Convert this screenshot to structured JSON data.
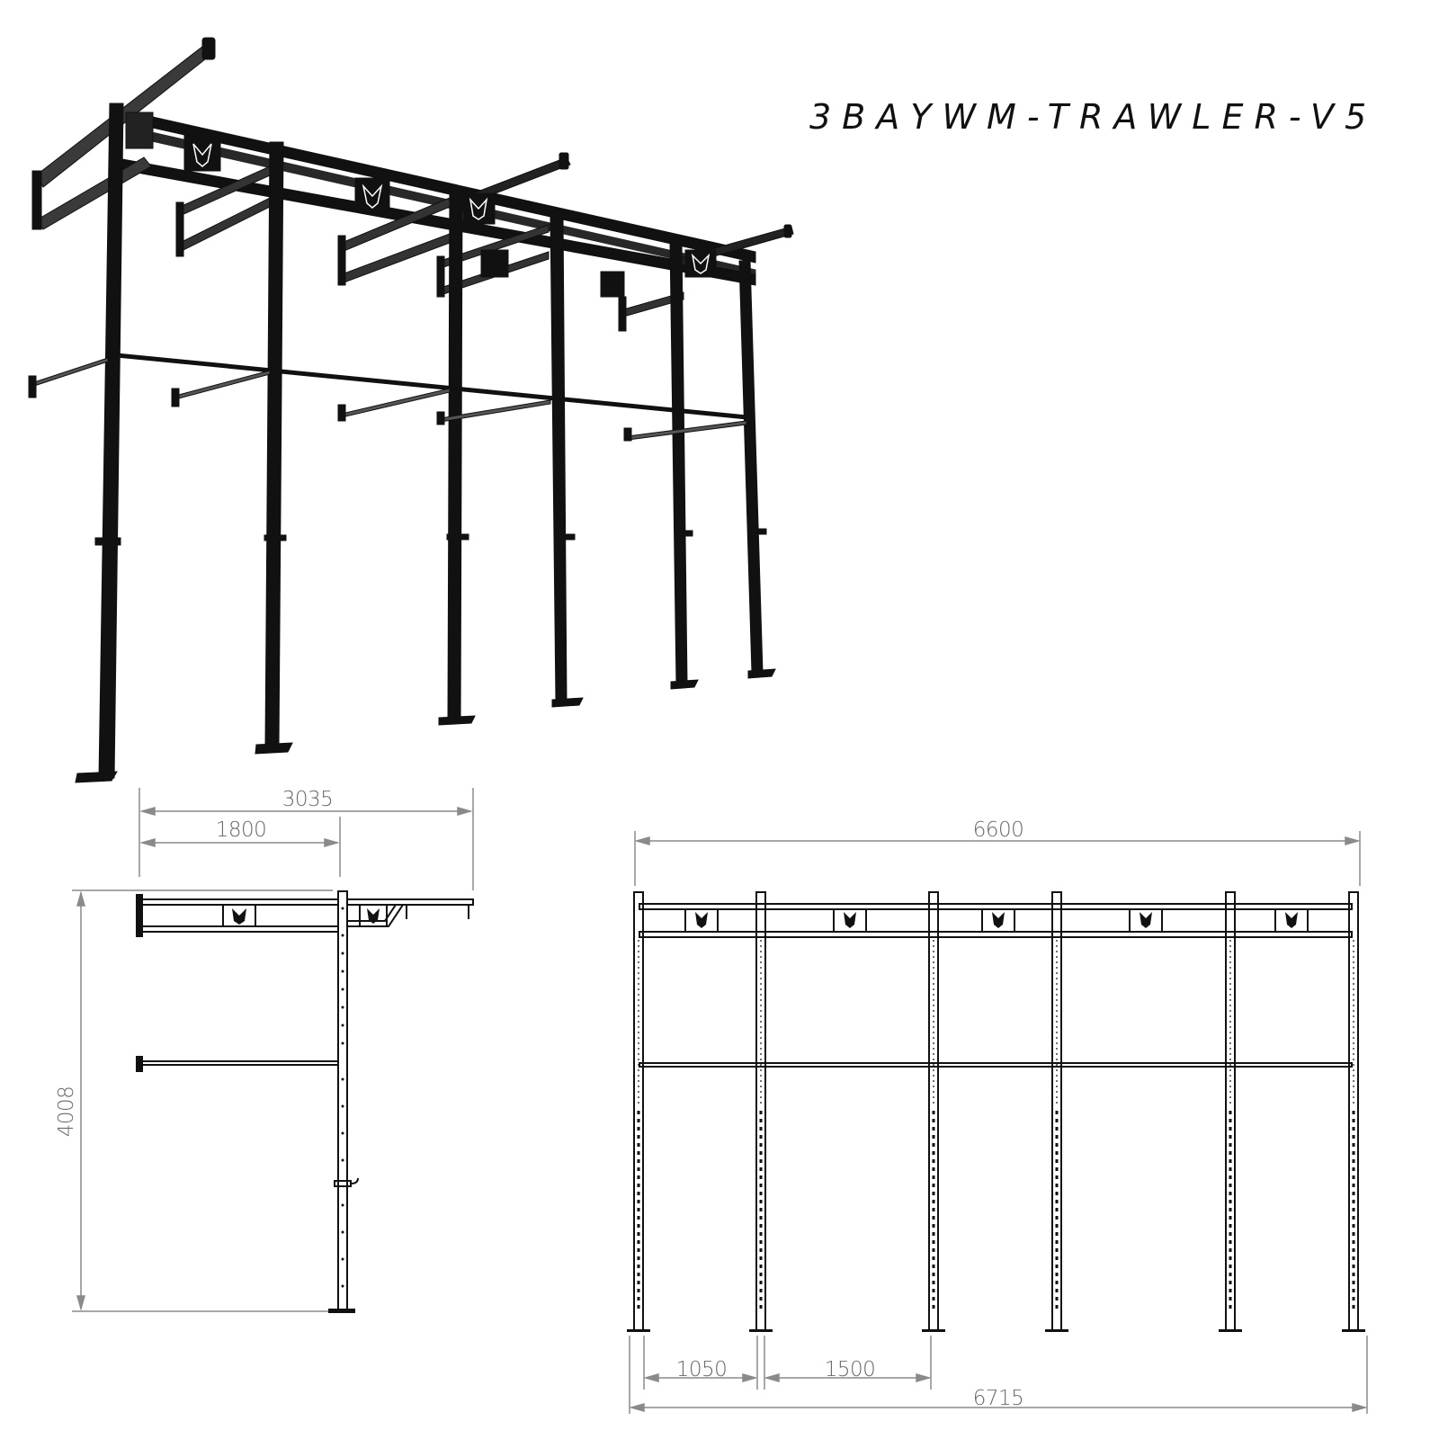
{
  "title": "3BAYWM-TRAWLER-V5",
  "colors": {
    "frame_black": "#111111",
    "dimension_gray": "#8a8a8a",
    "dimension_text": "#6a6a6a",
    "background": "#ffffff"
  },
  "render_3d": {
    "description": "3-bay wall-mounted rig perspective render with wolf-head logo plates, pull-up bars, wall brackets and extended beam arms with hanging carabiners",
    "uprights": 6,
    "logo": "wolf-head-icon"
  },
  "side_view": {
    "dimensions": {
      "overall_depth": "3035",
      "wall_to_upright": "1800",
      "height": "4008"
    }
  },
  "front_view": {
    "uprights": 6,
    "logo_plates": 5,
    "dimensions": {
      "beam_span": "6600",
      "overall_width": "6715",
      "narrow_bay": "1050",
      "wide_bay": "1500"
    }
  }
}
